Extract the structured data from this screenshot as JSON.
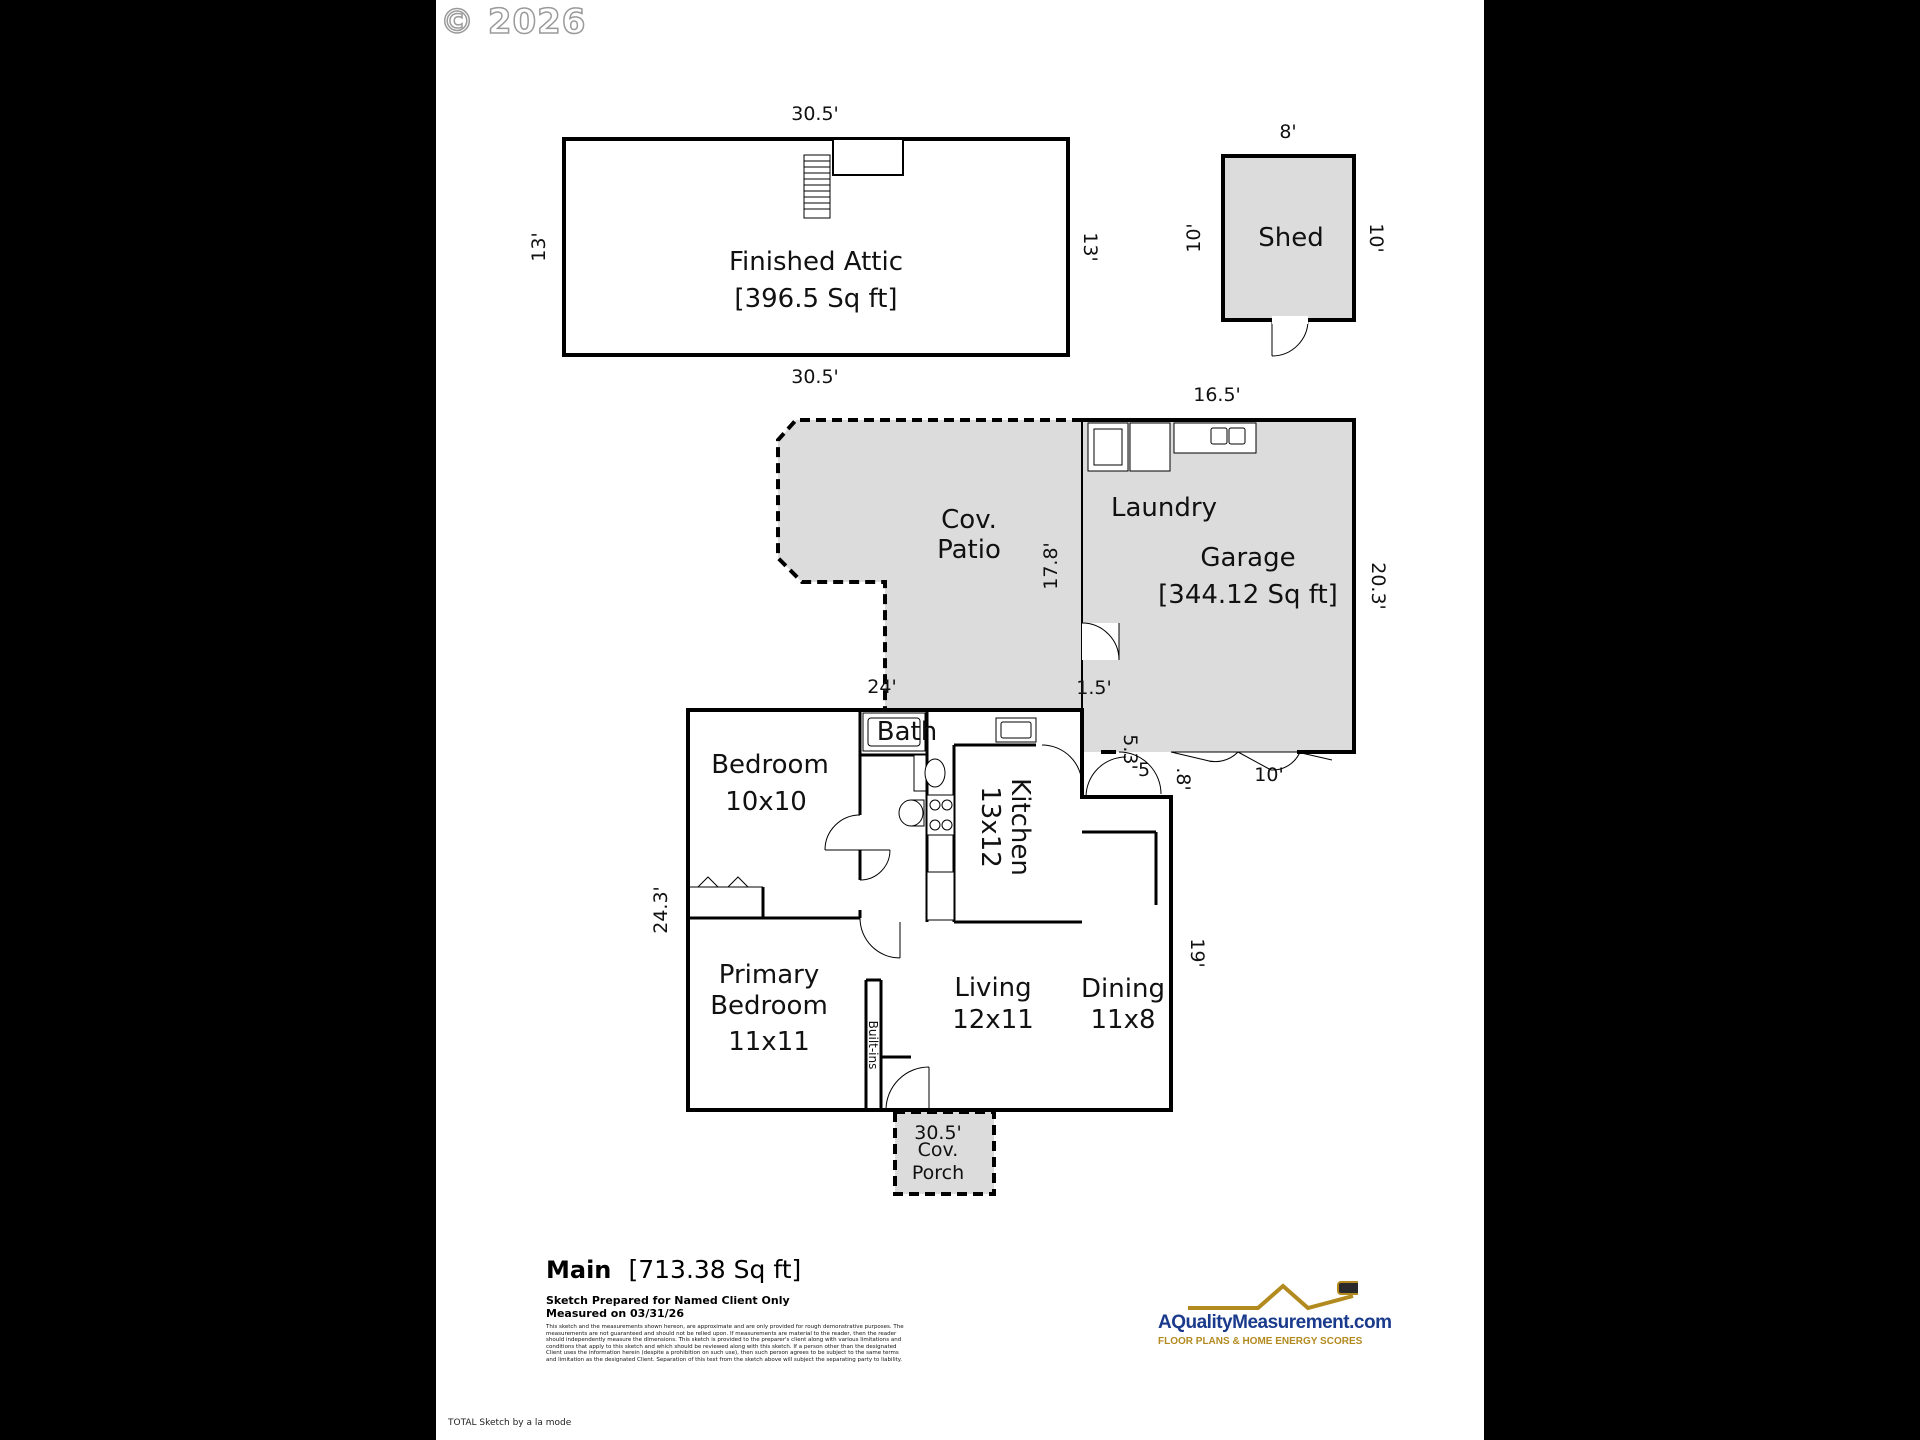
{
  "copyright": "© 2026",
  "rooms": {
    "attic_name": "Finished Attic",
    "attic_area": "[396.5 Sq ft]",
    "shed": "Shed",
    "patio_line1": "Cov.",
    "patio_line2": "Patio",
    "laundry": "Laundry",
    "garage_name": "Garage",
    "garage_area": "[344.12 Sq ft]",
    "bath": "Bath",
    "bedroom": "Bedroom",
    "bedroom_size": "10x10",
    "kitchen": "Kitchen",
    "kitchen_size": "13x12",
    "primary_line1": "Primary",
    "primary_line2": "Bedroom",
    "primary_size": "11x11",
    "living": "Living",
    "living_size": "12x11",
    "dining": "Dining",
    "dining_size": "11x8",
    "built_ins": "Built-ins",
    "porch_line1": "Cov.",
    "porch_line2": "Porch"
  },
  "dimensions": {
    "attic_top": "30.5'",
    "attic_bottom": "30.5'",
    "attic_left": "13'",
    "attic_right": "13'",
    "shed_top": "8'",
    "shed_left": "10'",
    "shed_right": "10'",
    "garage_top": "16.5'",
    "garage_right": "20.3'",
    "patio_side": "17.8'",
    "patio_bottom": "24'",
    "garage_step": "1.5'",
    "garage_notch": "5.3'",
    "garage_notch2": "5",
    "garage_door_left": ".8'",
    "garage_bottom": "10'",
    "main_left": "24.3'",
    "main_right": "19'",
    "main_bottom": "30.5'"
  },
  "footer": {
    "title": "Main",
    "area": "[713.38 Sq ft]",
    "prepared": "Sketch Prepared for Named Client Only",
    "measured": "Measured on 03/31/26",
    "disclaimer": "This sketch and the measurements shown hereon, are approximate and are only provided for rough demonstrative purposes. The measurements are not guaranteed and should not be relied upon. If measurements are material to the reader, then the reader should independently measure the dimensions. This sketch is provided to the preparer's client along with various limitations and conditions that apply to this sketch and which should be reviewed along with this sketch. If a person other than the designated Client uses the information herein (despite a prohibition on such use), then such person agrees to be subject to the same terms and limitation as the designated Client. Separation of this text from the sketch above will subject the separating party to liability.",
    "software": "TOTAL Sketch by a la mode"
  },
  "logo": {
    "name": "AQualityMeasurement.com",
    "tagline": "FLOOR PLANS & HOME ENERGY SCORES"
  },
  "colors": {
    "fill_gray": "#dcdcdc",
    "wall": "#000000",
    "logo_blue": "#1a3a8c",
    "logo_gold": "#b28a1f"
  }
}
